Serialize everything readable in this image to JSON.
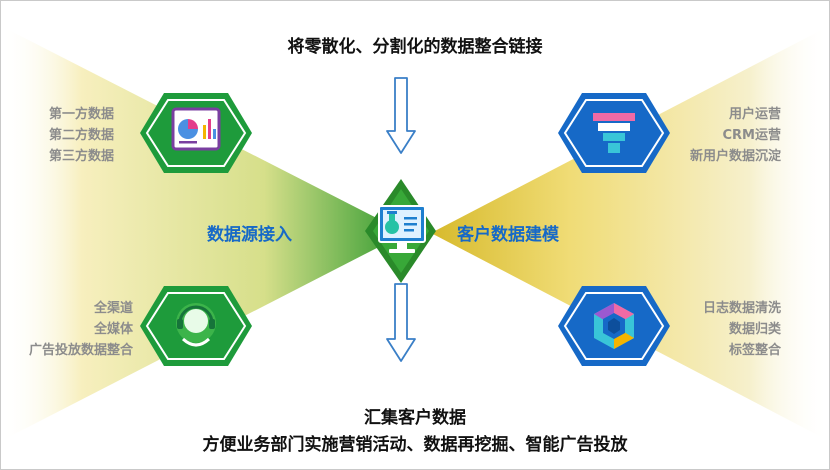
{
  "header": {
    "title": "将零散化、分割化的数据整合链接"
  },
  "left_top": {
    "items": [
      "第一方数据",
      "第二方数据",
      "第三方数据"
    ]
  },
  "left_bottom": {
    "items": [
      "全渠道",
      "全媒体",
      "广告投放数据整合"
    ]
  },
  "right_top": {
    "items": [
      "用户运营",
      "CRM运营",
      "新用户数据沉淀"
    ]
  },
  "right_bottom": {
    "items": [
      "日志数据清洗",
      "数据归类",
      "标签整合"
    ]
  },
  "left_label": "数据源接入",
  "right_label": "客户数据建模",
  "footer": {
    "line1": "汇集客户数据",
    "line2": "方便业务部门实施营销活动、数据再挖掘、智能广告投放"
  },
  "colors": {
    "green": "#1e9b3b",
    "blue": "#1669c7",
    "yellow": "#f1df7d",
    "dark_green": "#2a8a2a"
  },
  "icons": [
    "chart-report-icon",
    "headset-icon",
    "funnel-icon",
    "hex-ring-icon",
    "screen-flask-icon"
  ]
}
